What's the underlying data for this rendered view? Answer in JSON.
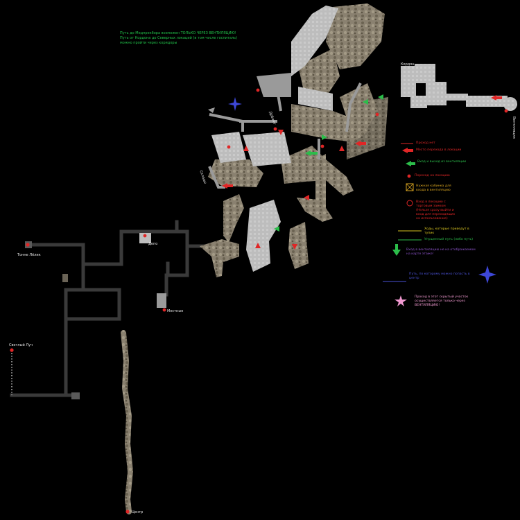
{
  "notes": {
    "line1": "Путь до Медпрекбора возможен ТОЛЬКО ЧЕРЕЗ ВЕНТИЛЯЦИЮ!",
    "line2": "Путь от Кордона до Северных локаций (в том числе госпиталь) можно пройти через коридоры"
  },
  "labels": {
    "kordon": "Кордон",
    "ventilation_area": "Вентиляция",
    "sklady": "Склады",
    "depo": "Депо",
    "tunnel": "Тонне Лёлик",
    "svetly_luch": "Светлый Луч",
    "scheduled": "Дрбжег",
    "mestny": "Местные",
    "tsentr": "Центр"
  },
  "legend": [
    {
      "symbol": "red-line",
      "text": "Проход нет",
      "color": "#e02626"
    },
    {
      "symbol": "red-arrow",
      "text": "Место перехода в локации",
      "color": "#e02626"
    },
    {
      "symbol": "green-arrow",
      "text": "Вход и выход из вентиляции",
      "color": "#2bbd4a"
    },
    {
      "symbol": "red-dot",
      "text": "Переход на локацию",
      "color": "#e02626"
    },
    {
      "symbol": "crossed-box",
      "text": "Нужная кабинка для входа в вентиляцию",
      "color": "#d9a520"
    },
    {
      "symbol": "red-circle",
      "text": "Вход в локацию с торговым замком (Нельзя сразу выйти и вход для переходящих на использование)",
      "color": "#e02626"
    },
    {
      "symbol": "yellow-line",
      "text": "Ходы, которые приведут в тупик",
      "color": "#d9c520"
    },
    {
      "symbol": "green-line",
      "text": "Упущенный путь (либо путь)",
      "color": "#2bbd4a"
    },
    {
      "symbol": "green-down-arrow",
      "text": "Вход в вентиляцию не на отображаемом на карте этаже!",
      "color": "#2bbd4a"
    },
    {
      "symbol": "blue-line",
      "text": "Путь, по которому можно попасть в центр",
      "color": "#4a52d6"
    },
    {
      "symbol": "pink-star",
      "text": "Проход в этот скрытый участок осуществляется только через ВЕНТИЛЯЦИЮ!",
      "color": "#f29ad2"
    }
  ],
  "colors": {
    "road": "#3a3a3a",
    "terrain": "#8a8170",
    "building": "#bdbdbd",
    "link_red": "#e02626",
    "link_green": "#2bbd4a",
    "compass_blue": "#3d47d8"
  }
}
